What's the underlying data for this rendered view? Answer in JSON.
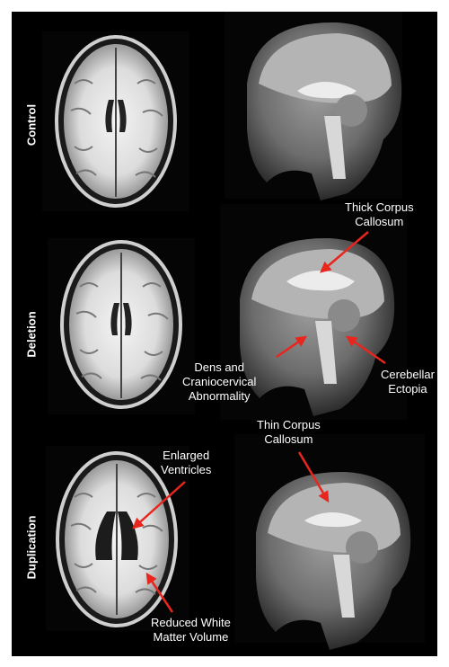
{
  "rows": [
    {
      "label": "Control"
    },
    {
      "label": "Deletion"
    },
    {
      "label": "Duplication"
    }
  ],
  "annotations": {
    "thick_corpus": {
      "line1": "Thick Corpus",
      "line2": "Callosum"
    },
    "dens": {
      "line1": "Dens and",
      "line2": "Craniocervical",
      "line3": "Abnormality"
    },
    "cerebellar": {
      "line1": "Cerebellar",
      "line2": "Ectopia"
    },
    "thin_corpus": {
      "line1": "Thin Corpus",
      "line2": "Callosum"
    },
    "enlarged": {
      "line1": "Enlarged",
      "line2": "Ventricles"
    },
    "reduced": {
      "line1": "Reduced White",
      "line2": "Matter Volume"
    }
  },
  "colors": {
    "background": "#000000",
    "arrow": "#e8261e",
    "text": "#ffffff"
  }
}
